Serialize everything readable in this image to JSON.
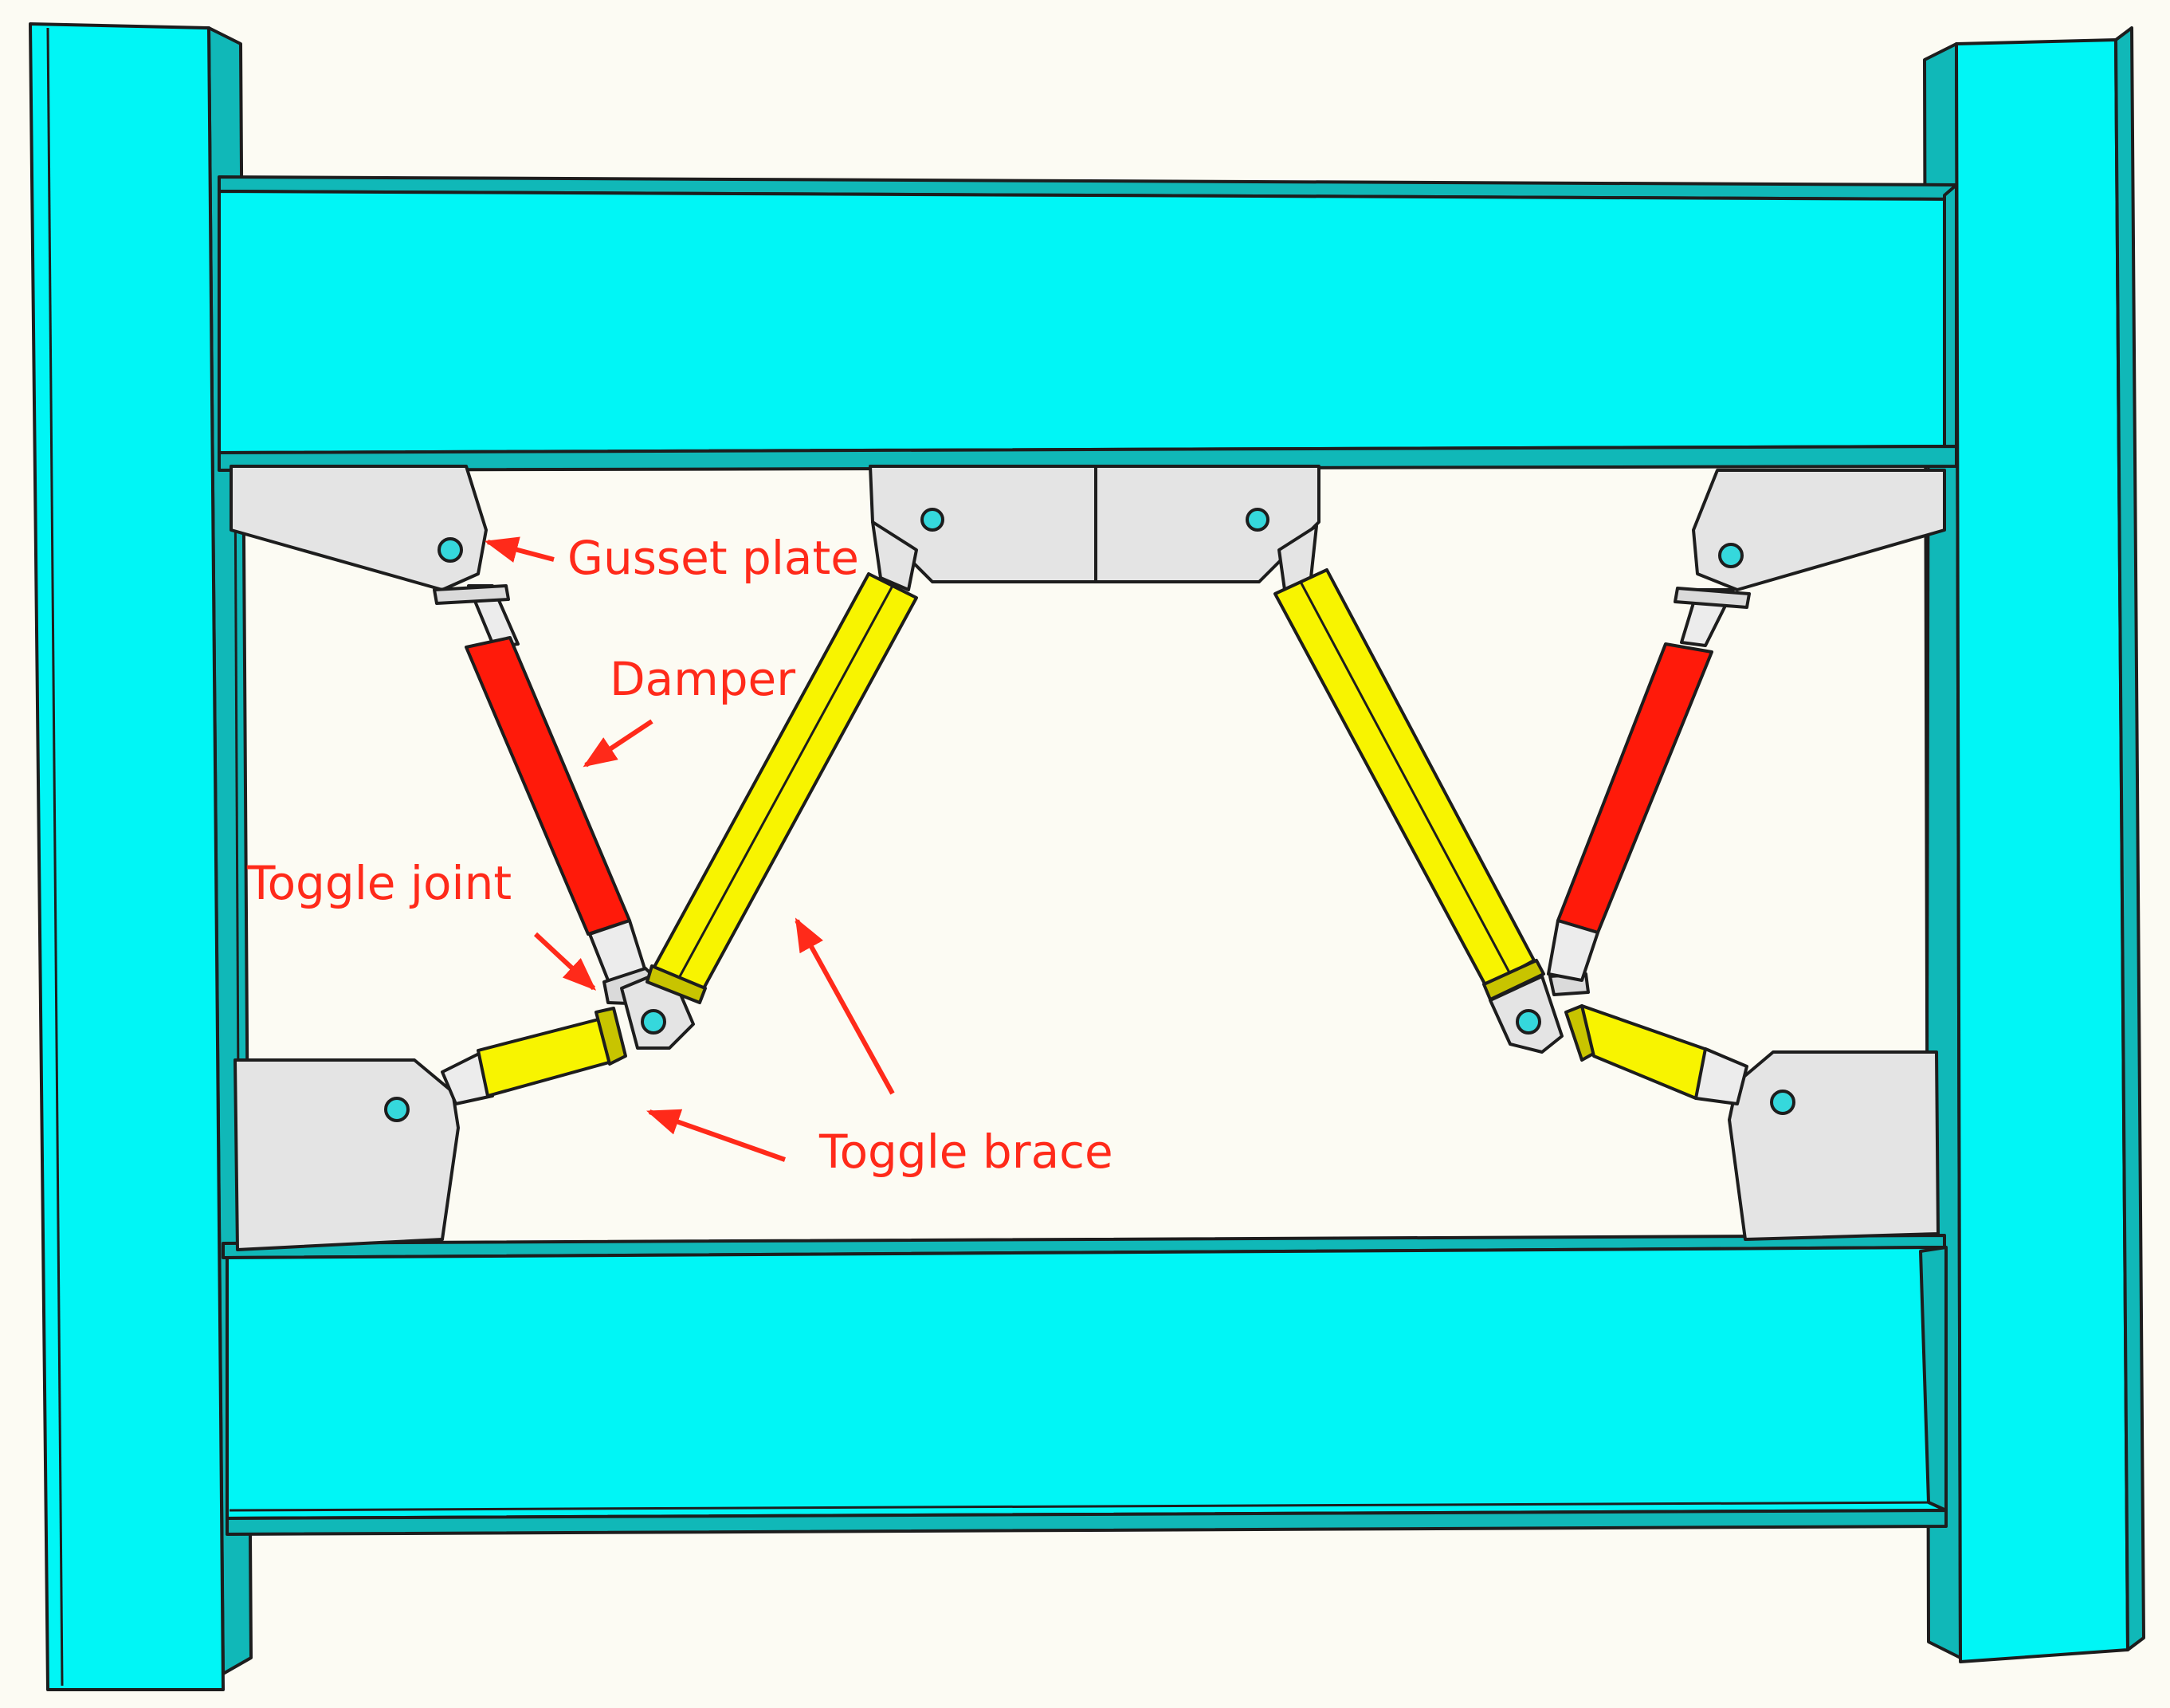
{
  "labels": {
    "gusset_plate": "Gusset plate",
    "damper": "Damper",
    "toggle_joint": "Toggle joint",
    "toggle_brace": "Toggle brace"
  },
  "colors": {
    "steel_frame": "#00f6f6",
    "steel_side": "#10b8b8",
    "gusset": "#e4e4e4",
    "damper": "#ff1a0a",
    "brace": "#f8f400",
    "annotation": "#ff2a1a",
    "background": "#fcfbf3"
  }
}
